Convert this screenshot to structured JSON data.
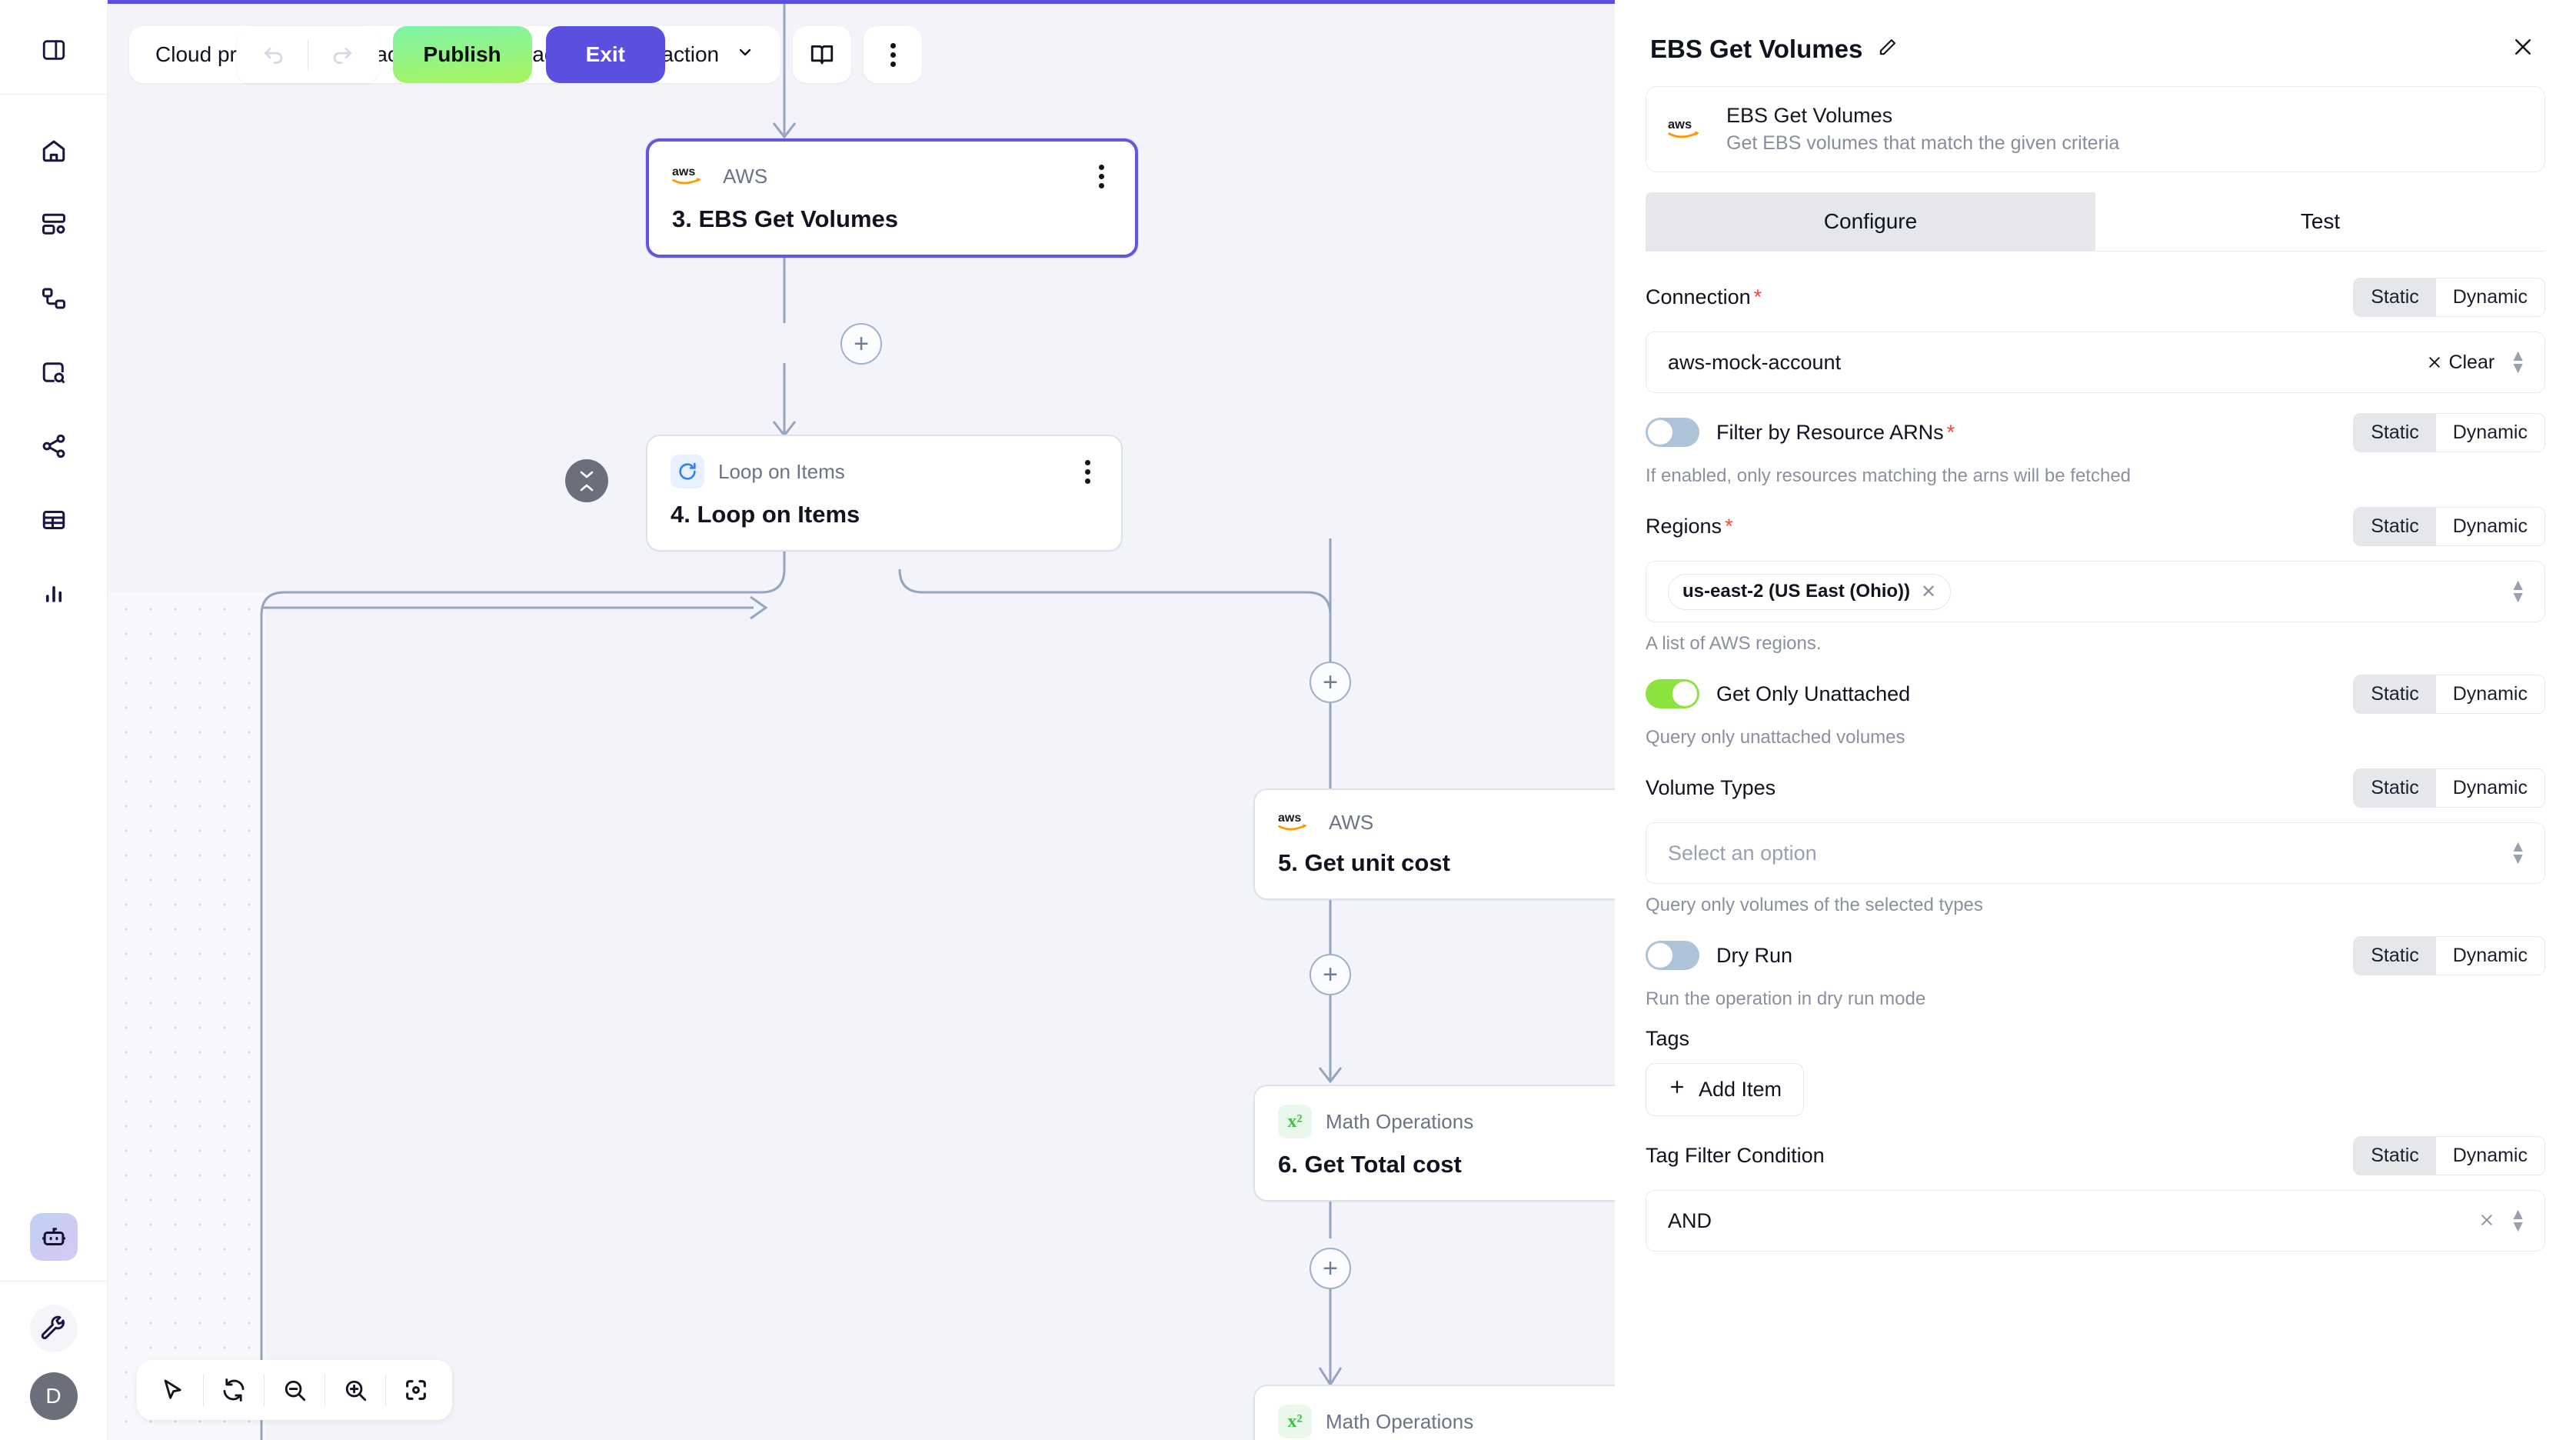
{
  "rail": {
    "toggle_sidebar": "panel-left-icon",
    "items": [
      {
        "name": "home-icon"
      },
      {
        "name": "dashboard-settings-icon"
      },
      {
        "name": "workflows-icon"
      },
      {
        "name": "search-resource-icon"
      },
      {
        "name": "share-network-icon"
      },
      {
        "name": "table-icon"
      },
      {
        "name": "analytics-icon"
      }
    ],
    "agent_icon": "robot-icon",
    "tools_icon": "wrench-icon",
    "avatar_initial": "D"
  },
  "toolbar": {
    "breadcrumb": "Cloud providers / Unattached EBS in Staging, delete action",
    "breadcrumb_chevron": "chevron-down-icon",
    "docs_icon": "book-icon",
    "more_icon": "kebab-menu-icon",
    "undo_icon": "undo-icon",
    "redo_icon": "redo-icon",
    "publish_label": "Publish",
    "exit_label": "Exit"
  },
  "canvas": {
    "nodes": [
      {
        "id": "n3",
        "kind": "AWS",
        "kind_icon": "aws-logo-icon",
        "title": "3. EBS Get Volumes",
        "selected": true
      },
      {
        "id": "n4",
        "kind": "Loop on Items",
        "kind_icon": "loop-refresh-icon",
        "title": "4. Loop on Items",
        "selected": false
      },
      {
        "id": "n5",
        "kind": "AWS",
        "kind_icon": "aws-logo-icon",
        "title": "5. Get unit cost",
        "selected": false
      },
      {
        "id": "n6",
        "kind": "Math Operations",
        "kind_icon": "math-x-squared-icon",
        "title": "6. Get Total cost",
        "selected": false
      },
      {
        "id": "n7",
        "kind": "Math Operations",
        "kind_icon": "math-x-squared-icon",
        "title": "",
        "selected": false
      }
    ],
    "add_button_label": "+",
    "collapse_badge": "collapse-toggle-icon",
    "zoombar": [
      {
        "name": "cursor-select-icon"
      },
      {
        "name": "reset-layout-icon"
      },
      {
        "name": "zoom-out-icon"
      },
      {
        "name": "zoom-in-icon"
      },
      {
        "name": "fit-view-icon"
      }
    ]
  },
  "panel": {
    "title": "EBS Get Volumes",
    "edit_icon": "pencil-edit-icon",
    "close_icon": "close-icon",
    "node_card": {
      "icon": "aws-logo-icon",
      "name": "EBS Get Volumes",
      "description": "Get EBS volumes that match the given criteria"
    },
    "tabs": [
      {
        "label": "Configure",
        "active": true
      },
      {
        "label": "Test",
        "active": false
      }
    ],
    "segment": {
      "static": "Static",
      "dynamic": "Dynamic"
    },
    "fields": [
      {
        "key": "connection",
        "type": "select",
        "label": "Connection",
        "required": true,
        "mode": "Static",
        "value": "aws-mock-account",
        "clear_label": "Clear",
        "clear_icon": "close-small-icon",
        "chevron_icon": "chevron-updown-icon",
        "help": ""
      },
      {
        "key": "filter_by_resource_arns",
        "type": "toggle",
        "label": "Filter by Resource ARNs",
        "required": true,
        "mode": "Static",
        "value": false,
        "help": "If enabled, only resources matching the arns will be fetched"
      },
      {
        "key": "regions",
        "type": "multiselect",
        "label": "Regions",
        "required": true,
        "mode": "Static",
        "chips": [
          "us-east-2 (US East (Ohio))"
        ],
        "chip_remove_icon": "close-small-icon",
        "chevron_icon": "chevron-updown-icon",
        "help": "A list of AWS regions."
      },
      {
        "key": "get_only_unattached",
        "type": "toggle",
        "label": "Get Only Unattached",
        "required": false,
        "mode": "Static",
        "value": true,
        "help": "Query only unattached volumes"
      },
      {
        "key": "volume_types",
        "type": "select",
        "label": "Volume Types",
        "required": false,
        "mode": "Static",
        "value": "",
        "placeholder": "Select an option",
        "chevron_icon": "chevron-updown-icon",
        "help": "Query only volumes of the selected types"
      },
      {
        "key": "dry_run",
        "type": "toggle",
        "label": "Dry Run",
        "required": false,
        "mode": "Static",
        "value": false,
        "help": "Run the operation in dry run mode"
      },
      {
        "key": "tags",
        "type": "list",
        "label": "Tags",
        "required": false,
        "add_label": "Add Item",
        "add_icon": "plus-icon",
        "help": ""
      },
      {
        "key": "tag_filter_condition",
        "type": "select",
        "label": "Tag Filter Condition",
        "required": false,
        "mode": "Static",
        "value": "AND",
        "clear_icon": "close-small-icon",
        "chevron_icon": "chevron-updown-icon",
        "help": ""
      }
    ]
  },
  "colors": {
    "accent_purple": "#5b4fe0",
    "publish_green_top": "#7ef3a8",
    "publish_green_bottom": "#a8f55d",
    "toggle_on": "#8ce23f",
    "toggle_off": "#aec2d8",
    "required_red": "#f0483e",
    "canvas_bg": "#f7f8fc"
  }
}
